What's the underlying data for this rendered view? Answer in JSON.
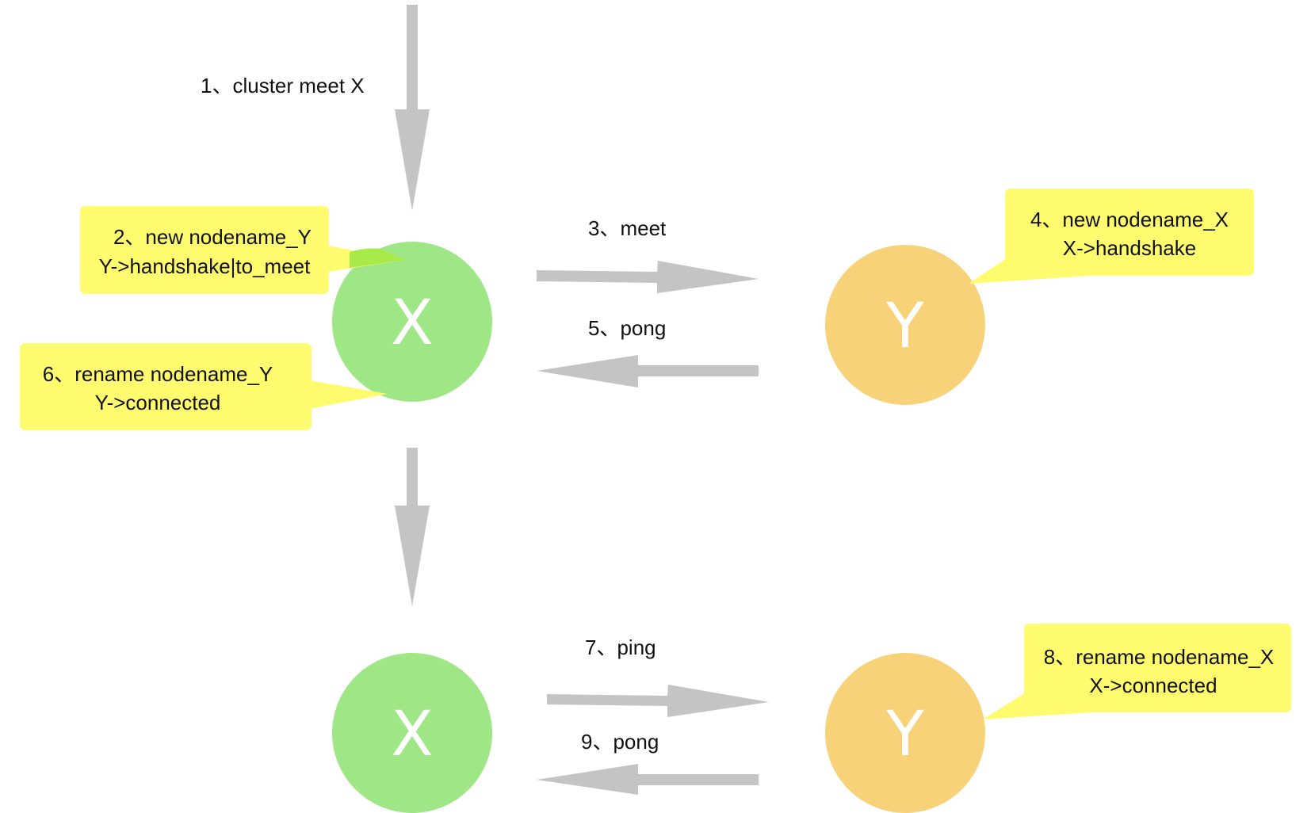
{
  "colors": {
    "arrow": "#c4c4c4",
    "node_x": "#9fe687",
    "node_y": "#f8d279",
    "note": "#fefb6f",
    "overlap": "#a8ea4a",
    "text": "#111111",
    "node_letter": "#ffffff"
  },
  "steps": {
    "s1": "1、cluster meet X",
    "s3": "3、meet",
    "s5": "5、pong",
    "s7": "7、ping",
    "s9": "9、pong"
  },
  "nodes": {
    "x_top": "X",
    "y_top": "Y",
    "x_bottom": "X",
    "y_bottom": "Y"
  },
  "notes": {
    "n2": {
      "line1": "2、new nodename_Y",
      "line2": "Y->handshake|to_meet"
    },
    "n4": {
      "line1": "4、new nodename_X",
      "line2": "X->handshake"
    },
    "n6": {
      "line1": "6、rename nodename_Y",
      "line2": "Y->connected"
    },
    "n8": {
      "line1": "8、rename nodename_X",
      "line2": "X->connected"
    }
  }
}
